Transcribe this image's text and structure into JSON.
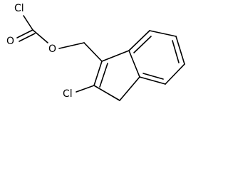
{
  "molecule": {
    "atoms": {
      "cl_acyl": "Cl",
      "o_carbonyl": "O",
      "o_ester": "O",
      "cl_ring": "Cl"
    }
  }
}
